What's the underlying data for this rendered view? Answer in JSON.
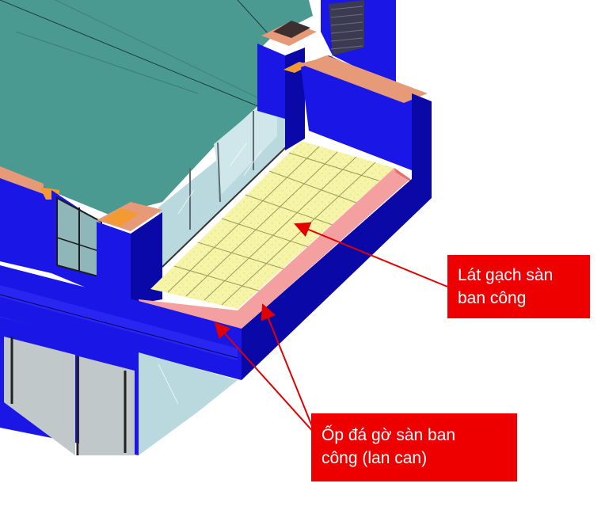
{
  "callouts": {
    "balcony_floor_tiling": {
      "line1": "Lát gạch sàn",
      "line2": "ban công",
      "background": "#ee0000",
      "text_color": "#ffffff"
    },
    "balcony_edge_stone_cladding": {
      "line1": "Ốp đá gờ sàn ban",
      "line2": "công (lan can)",
      "background": "#ee0000",
      "text_color": "#ffffff"
    }
  },
  "colors": {
    "wall_blue": "#1a16e6",
    "wall_blue_dark": "#0b08a8",
    "roof_teal": "#4a9a92",
    "floor_tile_yellow": "#f6f4a6",
    "edge_stone_pink": "#f4a0a0",
    "parapet_cap": "#e69a78",
    "column_cap_orange": "#f39a33",
    "glass": "#b9d9de",
    "arrow_red": "#e00000"
  }
}
